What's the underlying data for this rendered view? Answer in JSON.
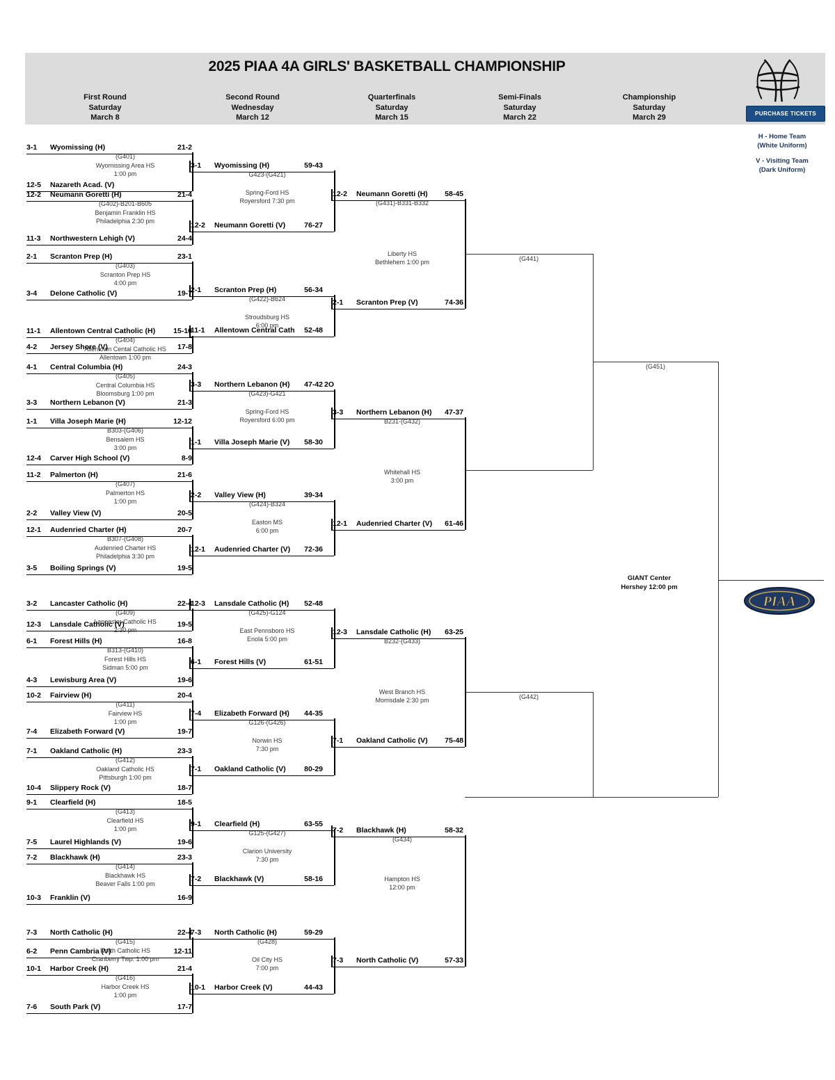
{
  "header": {
    "title": "2025 PIAA 4A GIRLS' BASKETBALL CHAMPIONSHIP",
    "rounds": [
      {
        "name": "First Round",
        "day": "Saturday",
        "date": "March 8"
      },
      {
        "name": "Second Round",
        "day": "Wednesday",
        "date": "March 12"
      },
      {
        "name": "Quarterfinals",
        "day": "Saturday",
        "date": "March 15"
      },
      {
        "name": "Semi-Finals",
        "day": "Saturday",
        "date": "March 22"
      },
      {
        "name": "Championship",
        "day": "Saturday",
        "date": "March 29"
      }
    ],
    "tickets_label": "PURCHASE TICKETS",
    "logo_text": "PIAA",
    "band_color": "#dcdcdc",
    "accent_color": "#1b4d86"
  },
  "legend": {
    "home_line1": "H - Home Team",
    "home_line2": "(White Uniform)",
    "visit_line1": "V - Visiting Team",
    "visit_line2": "(Dark Uniform)",
    "color": "#1f3864"
  },
  "final": {
    "venue": "GIANT Center",
    "time": "Hershey 12:00 pm",
    "code": "(G451)"
  },
  "round1": [
    {
      "game": "(G401)",
      "venue": "Wyomissing Area HS",
      "time": "1:00 pm",
      "top": {
        "seed": "3-1",
        "team": "Wyomissing  (H)",
        "rec": "21-2"
      },
      "bot": {
        "seed": "12-5",
        "team": "Nazareth Acad. (V)",
        "rec": ""
      }
    },
    {
      "game": "(G402)-B201-B605",
      "venue": "Benjamin Franklin HS",
      "time": "Philadelphia 2:30 pm",
      "top": {
        "seed": "12-2",
        "team": "Neumann Goretti (H)",
        "rec": "21-4"
      },
      "bot": {
        "seed": "11-3",
        "team": "Northwestern Lehigh (V)",
        "rec": "24-4"
      }
    },
    {
      "game": "(G403)",
      "venue": "Scranton Prep HS",
      "time": "4:00 pm",
      "top": {
        "seed": "2-1",
        "team": "Scranton Prep (H)",
        "rec": "23-1"
      },
      "bot": {
        "seed": "3-4",
        "team": "Delone Catholic (V)",
        "rec": "19-7"
      }
    },
    {
      "game": "(G404)",
      "venue": "Allentown Cental Catholic HS",
      "time": "Allentown 1:00 pm",
      "top": {
        "seed": "11-1",
        "team": "Allentown Central Catholic (H)",
        "rec": "15-10"
      },
      "bot": {
        "seed": "4-2",
        "team": "Jersey Shore (V)",
        "rec": "17-8"
      }
    },
    {
      "game": "(G405)",
      "venue": "Central Columbia HS",
      "time": "Bloomsburg 1:00 pm",
      "top": {
        "seed": "4-1",
        "team": "Central Columbia (H)",
        "rec": "24-3"
      },
      "bot": {
        "seed": "3-3",
        "team": "Northern Lebanon (V)",
        "rec": "21-3"
      }
    },
    {
      "game": "B303-(G406)",
      "venue": "Bensalem HS",
      "time": "3:00 pm",
      "top": {
        "seed": "1-1",
        "team": "Villa Joseph Marie (H)",
        "rec": "12-12"
      },
      "bot": {
        "seed": "12-4",
        "team": "Carver High School (V)",
        "rec": "8-9"
      }
    },
    {
      "game": "(G407)",
      "venue": "Palmerton HS",
      "time": "1:00 pm",
      "top": {
        "seed": "11-2",
        "team": "Palmerton (H)",
        "rec": "21-6"
      },
      "bot": {
        "seed": "2-2",
        "team": "Valley View (V)",
        "rec": "20-5"
      }
    },
    {
      "game": "B307-(G408)",
      "venue": "Audenried Charter HS",
      "time": "Philadelphia 3:30 pm",
      "top": {
        "seed": "12-1",
        "team": "Audenried Charter (H)",
        "rec": "20-7"
      },
      "bot": {
        "seed": "3-5",
        "team": "Boiling Springs (V)",
        "rec": "19-5"
      }
    },
    {
      "game": "(G409)",
      "venue": "Lancaster Catholic HS",
      "time": "2:30 pm",
      "top": {
        "seed": "3-2",
        "team": "Lancaster Catholic (H)",
        "rec": "22-4"
      },
      "bot": {
        "seed": "12-3",
        "team": "Lansdale Catholic (V)",
        "rec": "19-5"
      }
    },
    {
      "game": "B313-(G410)",
      "venue": "Forest Hills HS",
      "time": "Sidman 5:00 pm",
      "top": {
        "seed": "6-1",
        "team": "Forest Hills (H)",
        "rec": "16-8"
      },
      "bot": {
        "seed": "4-3",
        "team": "Lewisburg Area (V)",
        "rec": "19-6"
      }
    },
    {
      "game": "(G411)",
      "venue": "Fairview HS",
      "time": "1:00 pm",
      "top": {
        "seed": "10-2",
        "team": "Fairview (H)",
        "rec": "20-4"
      },
      "bot": {
        "seed": "7-4",
        "team": "Elizabeth Forward (V)",
        "rec": "19-7"
      }
    },
    {
      "game": "(G412)",
      "venue": "Oakland Catholic HS",
      "time": "Pittsburgh 1:00 pm",
      "top": {
        "seed": "7-1",
        "team": "Oakland Catholic (H)",
        "rec": "23-3"
      },
      "bot": {
        "seed": "10-4",
        "team": "Slippery Rock (V)",
        "rec": "18-7"
      }
    },
    {
      "game": "(G413)",
      "venue": "Clearfield HS",
      "time": "1:00 pm",
      "top": {
        "seed": "9-1",
        "team": "Clearfield (H)",
        "rec": "18-5"
      },
      "bot": {
        "seed": "7-5",
        "team": "Laurel Highlands (V)",
        "rec": "19-6"
      }
    },
    {
      "game": "(G414)",
      "venue": "Blackhawk HS",
      "time": "Beaver Falls 1:00 pm",
      "top": {
        "seed": "7-2",
        "team": "Blackhawk (H)",
        "rec": "23-3"
      },
      "bot": {
        "seed": "10-3",
        "team": "Franklin (V)",
        "rec": "16-9"
      }
    },
    {
      "game": "(G415)",
      "venue": "North Catholic HS",
      "time": "Cranberry Twp. 1:00 pm",
      "top": {
        "seed": "7-3",
        "team": "North Catholic (H)",
        "rec": "22-4"
      },
      "bot": {
        "seed": "6-2",
        "team": "Penn Cambria (V)",
        "rec": "12-11"
      }
    },
    {
      "game": "(G416)",
      "venue": "Harbor Creek HS",
      "time": "1:00 pm",
      "top": {
        "seed": "10-1",
        "team": "Harbor Creek (H)",
        "rec": "21-4"
      },
      "bot": {
        "seed": "7-6",
        "team": "South Park (V)",
        "rec": "17-7"
      }
    }
  ],
  "round2": [
    {
      "game": "G423-(G421)",
      "venue": "Spring-Ford HS",
      "time": "Royersford 7:30 pm",
      "top": {
        "seed": "3-1",
        "team": "Wyomissing (H)",
        "score": "59-43"
      },
      "bot": {
        "seed": "12-2",
        "team": "Neumann Goretti (V)",
        "score": "76-27"
      }
    },
    {
      "game": "(G422)-B624",
      "venue": "Stroudsburg HS",
      "time": "6:00 pm",
      "top": {
        "seed": "2-1",
        "team": "Scranton Prep (H)",
        "score": "56-34"
      },
      "bot": {
        "seed": "11-1",
        "team": "Allentown Central Cath",
        "score": "52-48"
      }
    },
    {
      "game": "(G423)-G421",
      "venue": "Spring-Ford HS",
      "time": "Royersford 6:00 pm",
      "top": {
        "seed": "3-3",
        "team": "Northern Lebanon (H)",
        "score": "47-42",
        "ot": "2OT"
      },
      "bot": {
        "seed": "1-1",
        "team": "Villa Joseph Marie (V)",
        "score": "58-30"
      }
    },
    {
      "game": "(G424)-B324",
      "venue": "Easton MS",
      "time": "6:00 pm",
      "top": {
        "seed": "2-2",
        "team": "Valley View (H)",
        "score": "39-34"
      },
      "bot": {
        "seed": "12-1",
        "team": "Audenried Charter (V)",
        "score": "72-36"
      }
    },
    {
      "game": "(G425)-G124",
      "venue": "East Pennsboro HS",
      "time": "Enola 5:00 pm",
      "top": {
        "seed": "12-3",
        "team": "Lansdale Catholic (H)",
        "score": "52-48"
      },
      "bot": {
        "seed": "6-1",
        "team": "Forest Hills (V)",
        "score": "61-51"
      }
    },
    {
      "game": "G126-(G426)",
      "venue": "Norwin HS",
      "time": "7:30 pm",
      "top": {
        "seed": "7-4",
        "team": "Elizabeth Forward (H)",
        "score": "44-35"
      },
      "bot": {
        "seed": "7-1",
        "team": "Oakland Catholic (V)",
        "score": "80-29"
      }
    },
    {
      "game": "G125-(G427)",
      "venue": "Clarion University",
      "time": "7:30 pm",
      "top": {
        "seed": "9-1",
        "team": "Clearfield (H)",
        "score": "63-55"
      },
      "bot": {
        "seed": "7-2",
        "team": "Blackhawk (V)",
        "score": "58-16"
      }
    },
    {
      "game": "(G428)",
      "venue": "Oil City HS",
      "time": "7:00 pm",
      "top": {
        "seed": "7-3",
        "team": "North Catholic (H)",
        "score": "59-29"
      },
      "bot": {
        "seed": "10-1",
        "team": "Harbor Creek (V)",
        "score": "44-43"
      }
    }
  ],
  "quarters": [
    {
      "game": "(G431)-B331-B332",
      "venue": "Liberty HS",
      "time": "Bethlehem 1:00 pm",
      "top": {
        "seed": "12-2",
        "team": "Neumann Goretti (H)",
        "score": "58-45"
      },
      "bot": {
        "seed": "2-1",
        "team": "Scranton Prep (V)",
        "score": "74-36"
      }
    },
    {
      "game": "B231-(G432)",
      "venue": "Whitehall HS",
      "time": "3:00 pm",
      "top": {
        "seed": "3-3",
        "team": "Northern Lebanon (H)",
        "score": "47-37"
      },
      "bot": {
        "seed": "12-1",
        "team": "Audenried Charter (V)",
        "score": "61-46"
      }
    },
    {
      "game": "B232-(G433)",
      "venue": "West Branch HS",
      "time": "Morrisdale 2:30 pm",
      "top": {
        "seed": "12-3",
        "team": "Lansdale Catholic (H)",
        "score": "63-25"
      },
      "bot": {
        "seed": "7-1",
        "team": "Oakland Catholic (V)",
        "score": "75-48"
      }
    },
    {
      "game": "(G434)",
      "venue": "Hampton HS",
      "time": "12:00 pm",
      "top": {
        "seed": "7-2",
        "team": "Blackhawk (H)",
        "score": "58-32"
      },
      "bot": {
        "seed": "7-3",
        "team": "North Catholic (V)",
        "score": "57-33"
      }
    }
  ],
  "semis": [
    {
      "code": "(G441)"
    },
    {
      "code": "(G442)"
    }
  ]
}
